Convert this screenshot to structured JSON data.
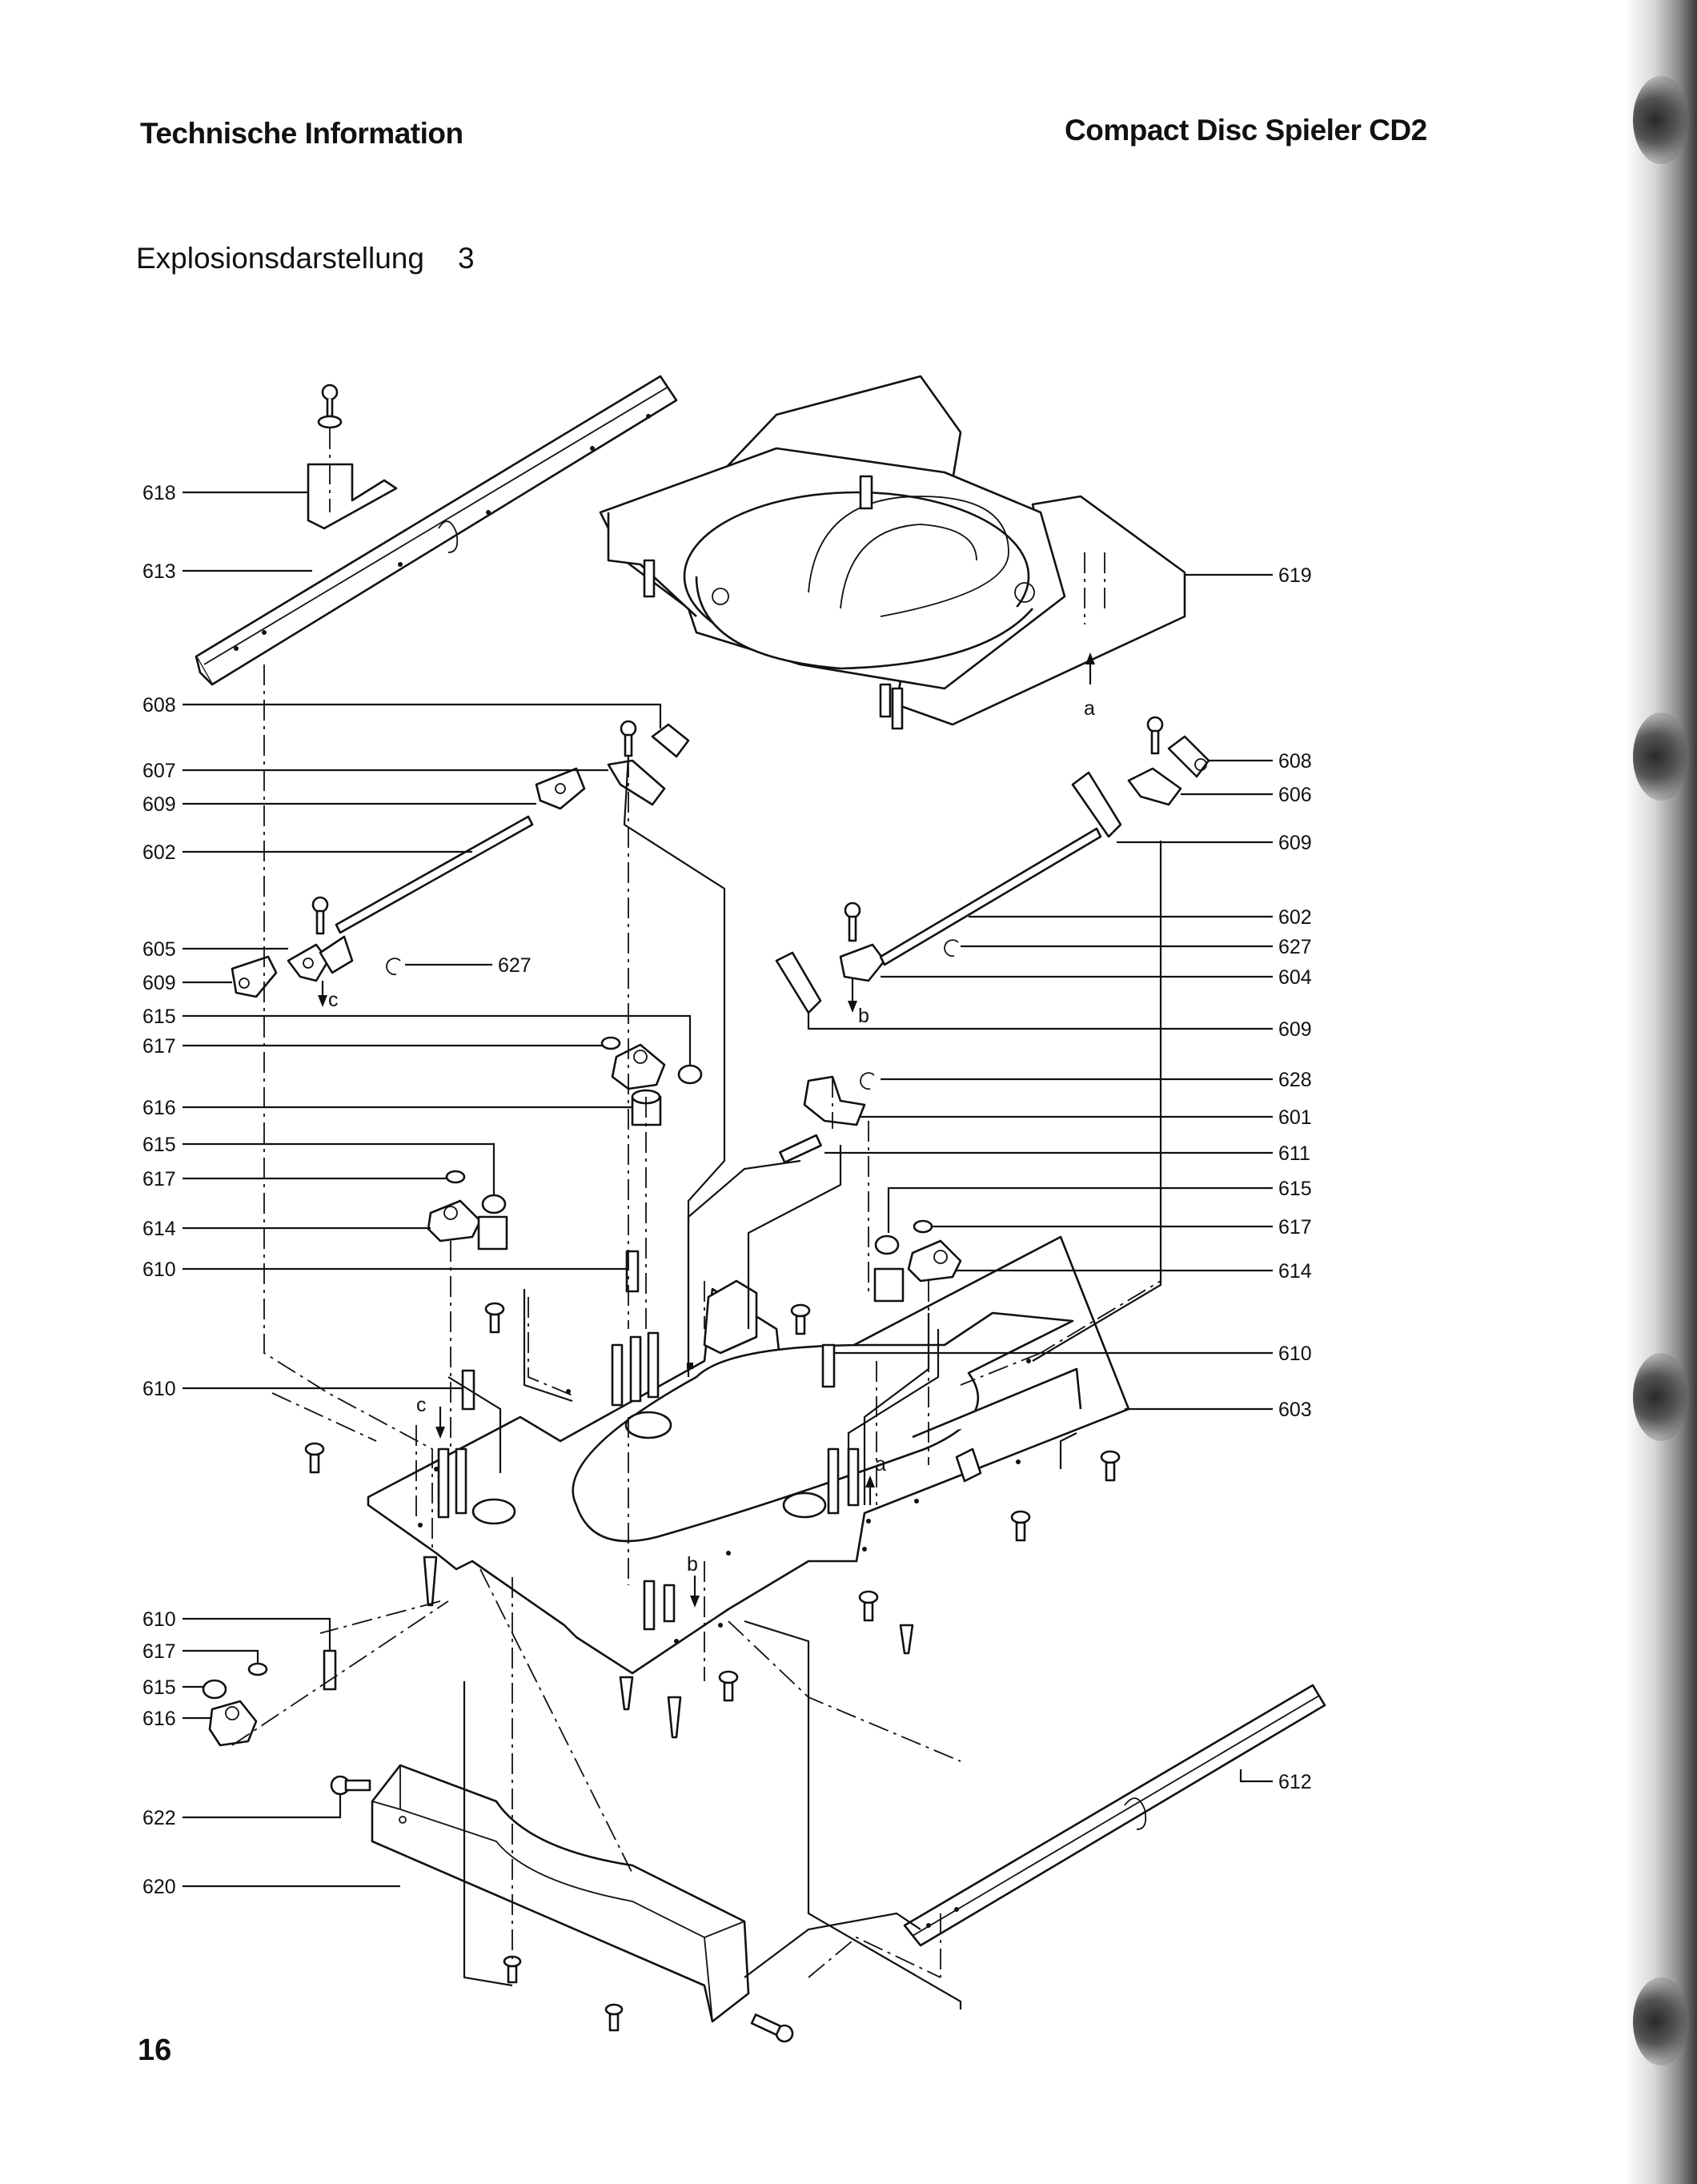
{
  "header": {
    "left": "Technische Information",
    "right": "Compact Disc Spieler CD2"
  },
  "subtitle": {
    "text": "Explosionsdarstellung",
    "number": "3"
  },
  "page_number": "16",
  "callouts": {
    "c618": "618",
    "c613": "613",
    "c608a": "608",
    "c607": "607",
    "c609a": "609",
    "c602a": "602",
    "c605": "605",
    "c609b": "609",
    "c615a": "615",
    "c617a": "617",
    "c616a": "616",
    "c615b": "615",
    "c617b": "617",
    "c614a": "614",
    "c610a": "610",
    "c610b": "610",
    "c610c": "610",
    "c617c": "617",
    "c615c": "615",
    "c616b": "616",
    "c622": "622",
    "c620": "620",
    "c627a": "627",
    "c619": "619",
    "c608b": "608",
    "c606": "606",
    "c609c": "609",
    "c602b": "602",
    "c627b": "627",
    "c604": "604",
    "c609d": "609",
    "c628": "628",
    "c601": "601",
    "c611": "611",
    "c615d": "615",
    "c617d": "617",
    "c614b": "614",
    "c610d": "610",
    "c603": "603",
    "c612": "612"
  },
  "markers": {
    "a1": "a",
    "a2": "a",
    "b1": "b",
    "b2": "b",
    "c1": "c",
    "c2": "c"
  }
}
